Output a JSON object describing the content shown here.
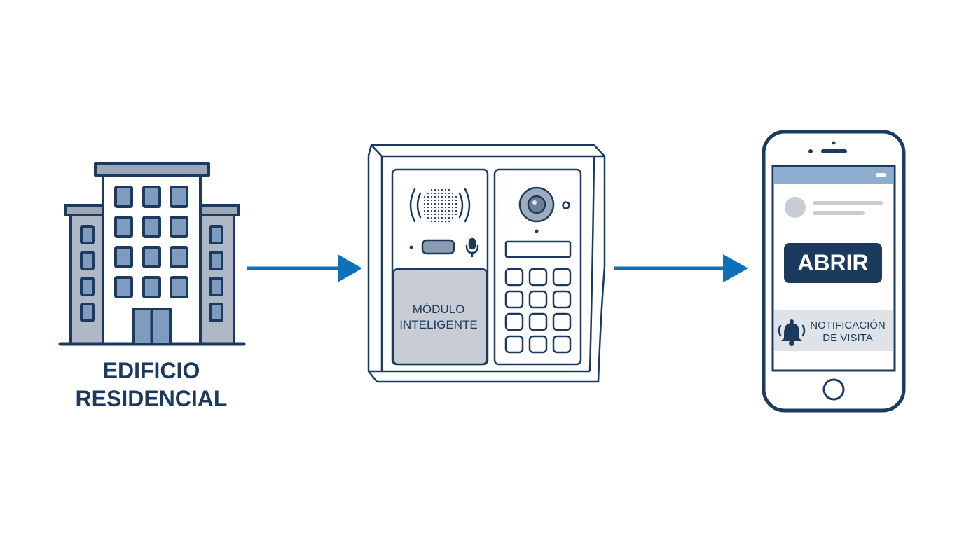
{
  "building": {
    "label_line1": "EDIFICIO",
    "label_line2": "RESIDENCIAL",
    "icon": "building-icon"
  },
  "intercom": {
    "module_line1": "MÓDULO",
    "module_line2": "INTELIGENTE",
    "icon": "intercom-panel-icon"
  },
  "phone": {
    "button_label": "ABRIR",
    "notification_line1": "NOTIFICACIÓN",
    "notification_line2": "DE VISITA",
    "icon": "smartphone-icon",
    "notification_icon": "bell-icon"
  },
  "colors": {
    "navy": "#1b3a5e",
    "arrow": "#0f6fb8",
    "window_fill": "#7f9bc0",
    "building_fill": "#aeb8c6",
    "module_fill": "#c7ccd5",
    "screen_header": "#8faecf",
    "notification_bg": "#dfe3e8"
  }
}
